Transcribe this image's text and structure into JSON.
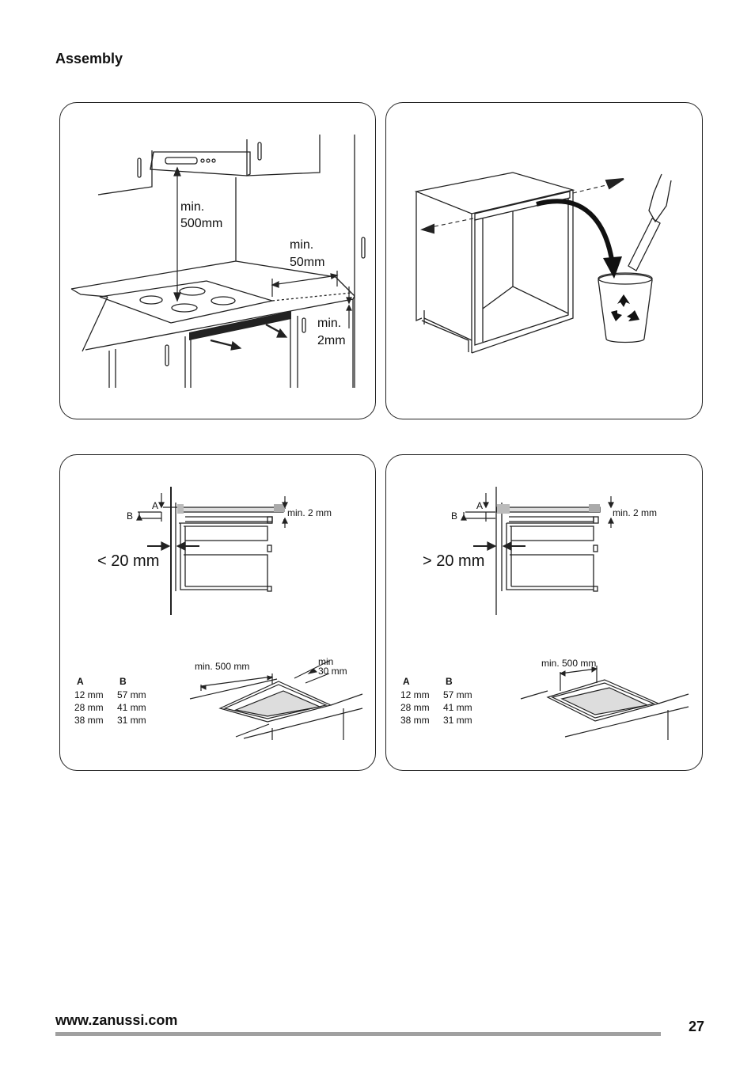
{
  "heading": "Assembly",
  "footer": {
    "url": "www.zanussi.com",
    "page_number": "27"
  },
  "panel1": {
    "label_vertical": [
      "min.",
      "500mm"
    ],
    "label_side": [
      "min.",
      "50mm"
    ],
    "label_bottom": [
      "min.",
      "2mm"
    ]
  },
  "panel2": {
    "icon": "recycle-bin-icon"
  },
  "panel3": {
    "label_a": "A",
    "label_b": "B",
    "label_min2": "min. 2 mm",
    "label_gap": "< 20 mm",
    "cutout_label": "min. 500 mm",
    "cutout_side_label": [
      "min",
      "30 mm"
    ],
    "table": {
      "headers": [
        "A",
        "B"
      ],
      "rows": [
        [
          "12 mm",
          "57 mm"
        ],
        [
          "28 mm",
          "41 mm"
        ],
        [
          "38 mm",
          "31 mm"
        ]
      ]
    }
  },
  "panel4": {
    "label_a": "A",
    "label_b": "B",
    "label_min2": "min. 2 mm",
    "label_gap": "> 20 mm",
    "cutout_label": "min. 500 mm",
    "table": {
      "headers": [
        "A",
        "B"
      ],
      "rows": [
        [
          "12 mm",
          "57 mm"
        ],
        [
          "28 mm",
          "41 mm"
        ],
        [
          "38 mm",
          "31 mm"
        ]
      ]
    }
  }
}
